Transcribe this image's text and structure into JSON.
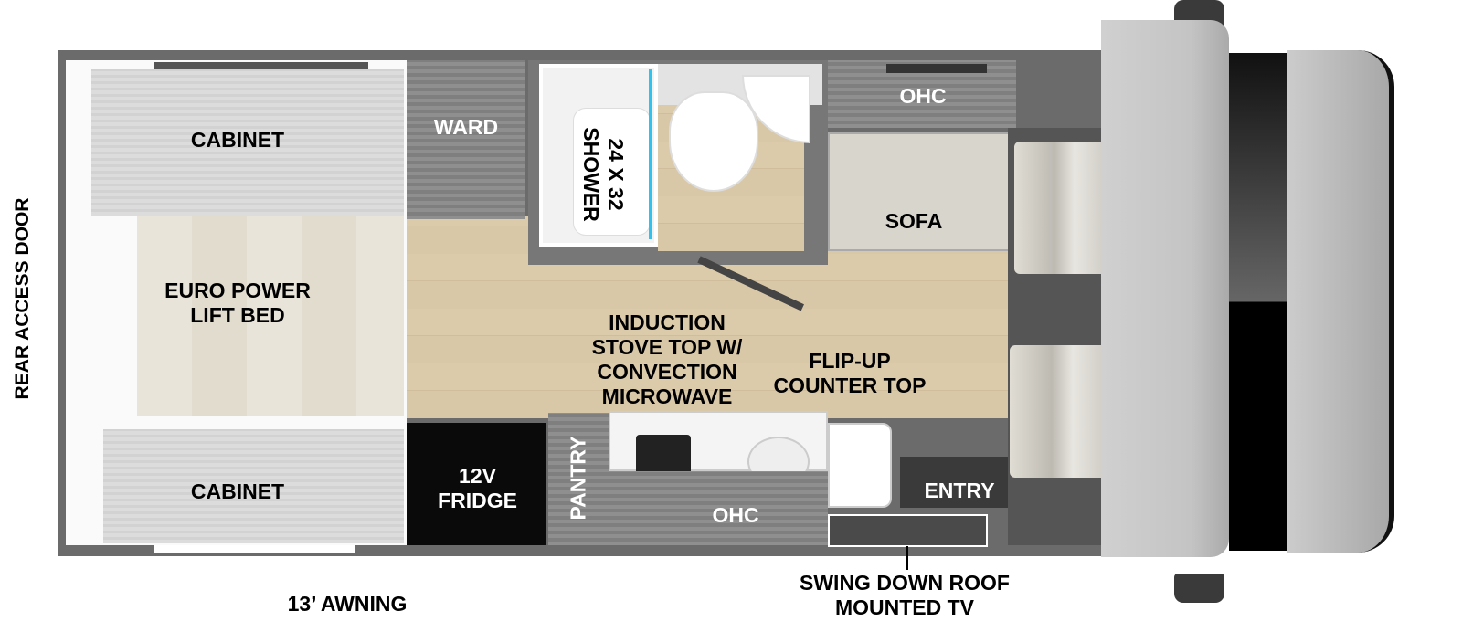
{
  "labels": {
    "rear_door": "REAR ACCESS DOOR",
    "cabinet_top": "CABINET",
    "cabinet_bottom": "CABINET",
    "bed": "EURO POWER LIFT BED",
    "ward": "WARD",
    "shower": "24 X 32 SHOWER",
    "ohc_top": "OHC",
    "sofa": "SOFA",
    "stove": "INDUCTION STOVE TOP W/ CONVECTION MICROWAVE",
    "counter": "FLIP-UP COUNTER TOP",
    "fridge": "12V FRIDGE",
    "pantry": "PANTRY",
    "ohc_bottom": "OHC",
    "entry": "ENTRY",
    "awning": "13’ AWNING",
    "tv": "SWING DOWN ROOF MOUNTED TV"
  },
  "colors": {
    "wall": "#6b6b6b",
    "shower_glass": "#2ec4ee",
    "floor": "#d9c8a8"
  }
}
